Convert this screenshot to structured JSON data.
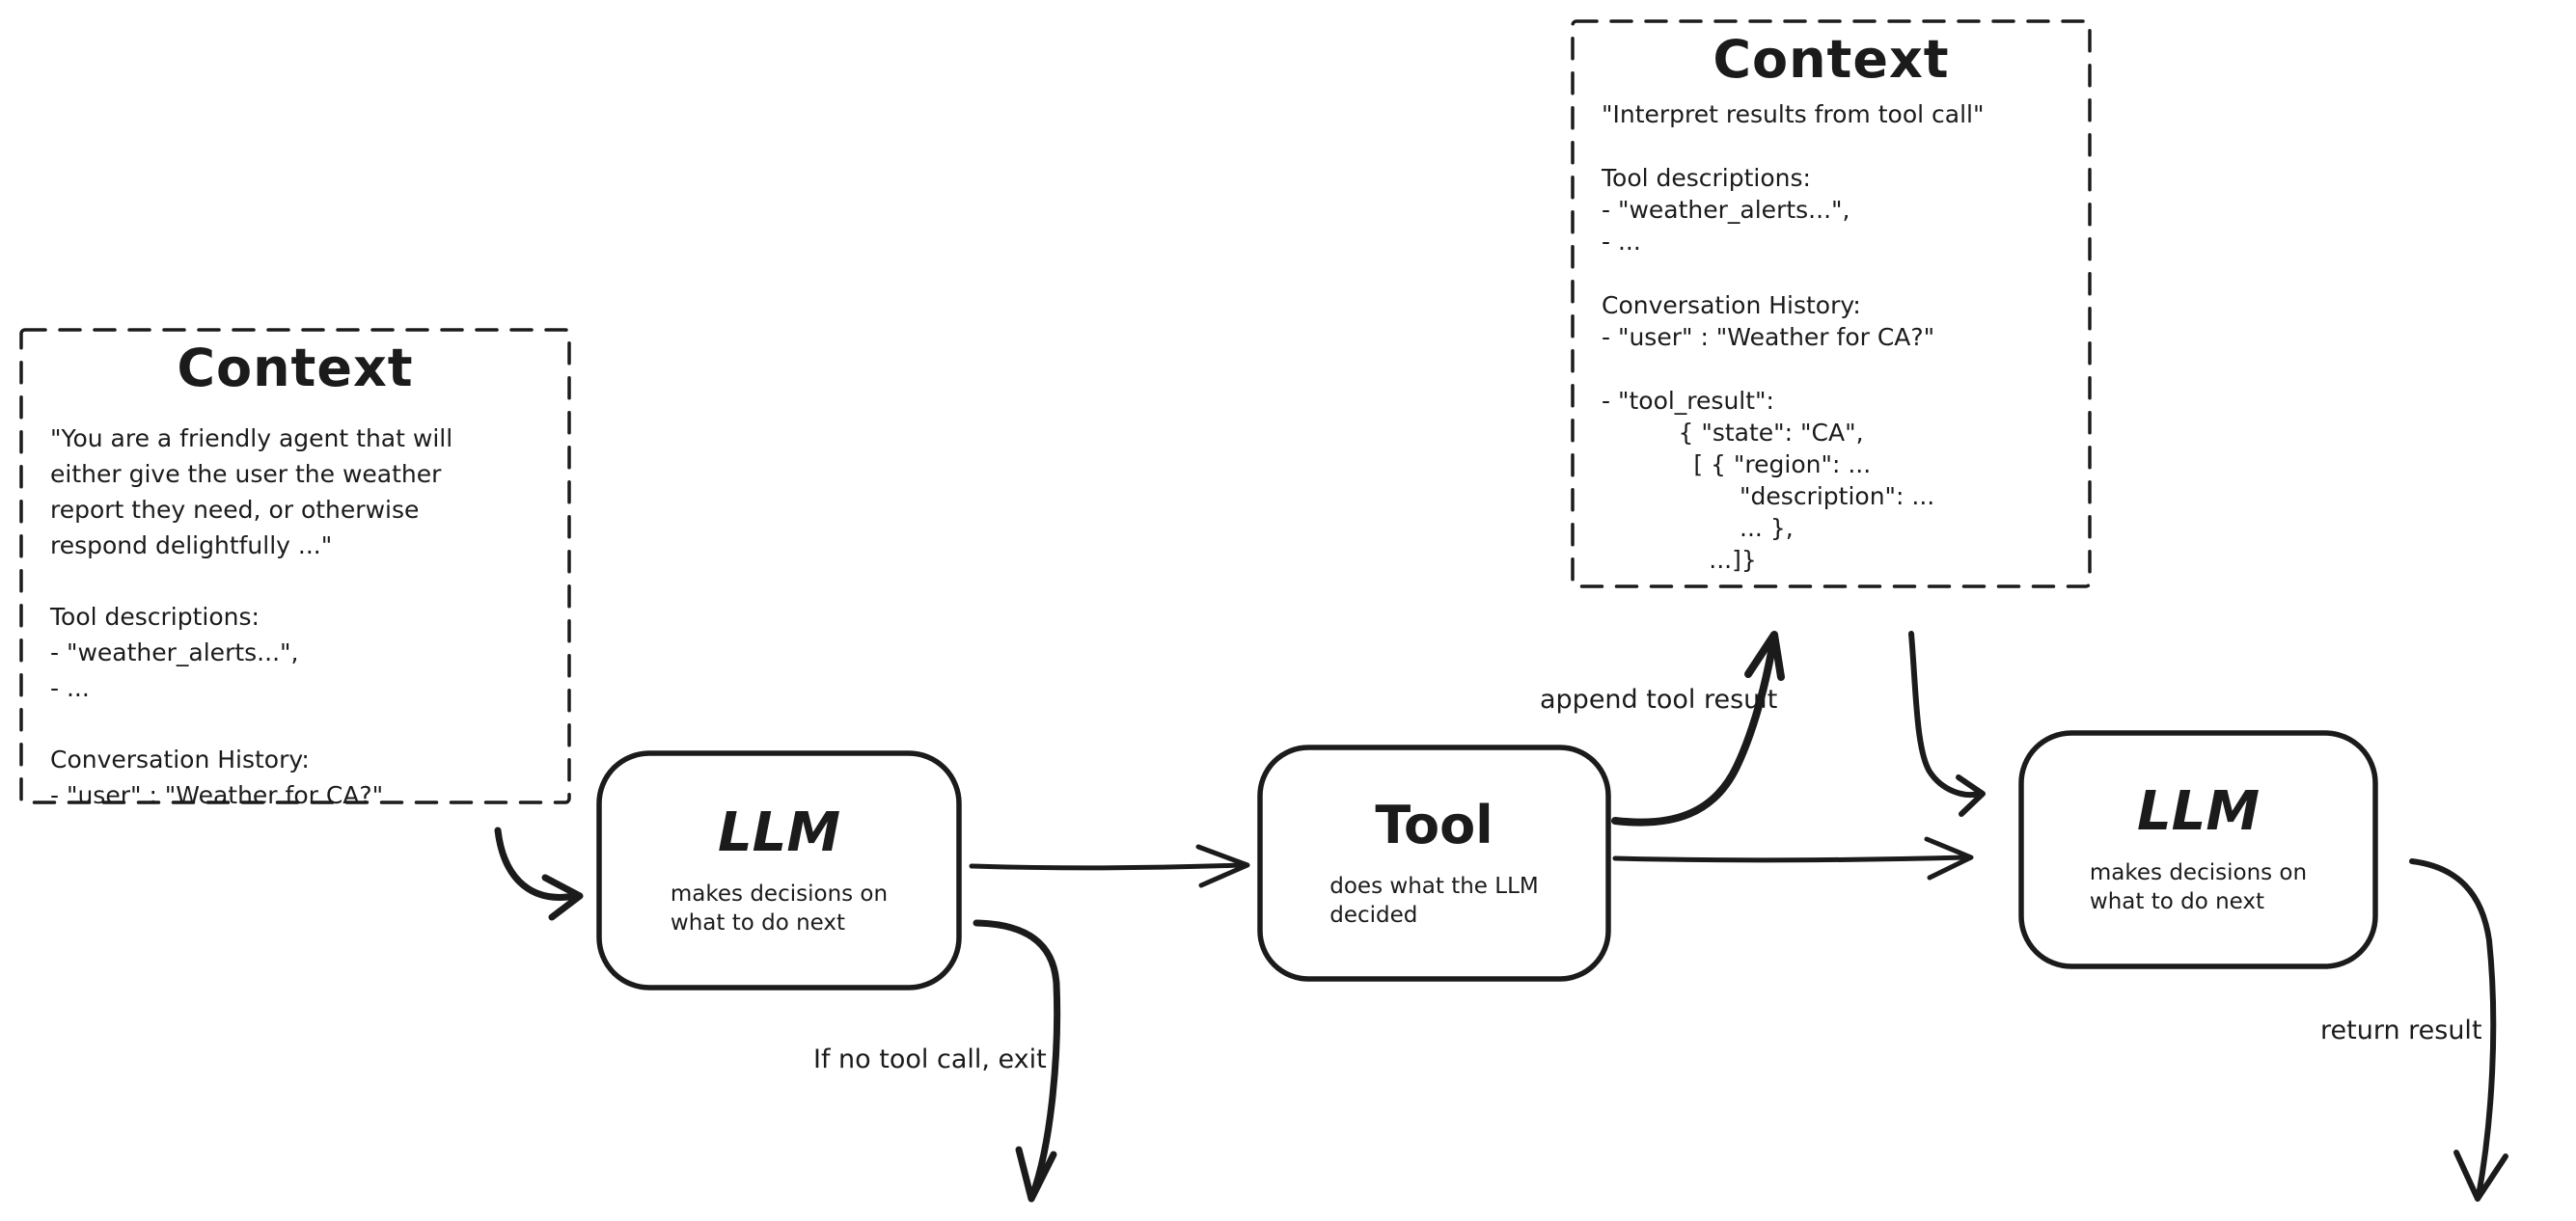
{
  "diagram": {
    "colors": {
      "stroke": "#1b1b1b",
      "background": "#ffffff"
    },
    "context_boxes": [
      {
        "id": "context-left",
        "title": "Context",
        "body_lines": [
          "\"You are a friendly agent that will",
          "either give the user the weather",
          "report they need, or otherwise",
          "respond delightfully ...\"",
          "",
          "Tool descriptions:",
          "- \"weather_alerts...\",",
          "- ...",
          "",
          "Conversation History:",
          "- \"user\" : \"Weather for CA?\""
        ]
      },
      {
        "id": "context-right",
        "title": "Context",
        "body_lines": [
          "\"Interpret results from tool call\"",
          "",
          "Tool descriptions:",
          "- \"weather_alerts...\",",
          "- ...",
          "",
          "Conversation History:",
          "- \"user\" : \"Weather for CA?\"",
          "",
          "- \"tool_result\":",
          "          { \"state\": \"CA\",",
          "            [ { \"region\": ...",
          "                  \"description\": ...",
          "                  ... },",
          "              ...]}"
        ]
      }
    ],
    "nodes": [
      {
        "id": "llm-1",
        "title": "LLM",
        "subtitle_lines": [
          "makes decisions on",
          "what to do next"
        ]
      },
      {
        "id": "tool",
        "title": "Tool",
        "subtitle_lines": [
          "does what the LLM",
          "decided"
        ]
      },
      {
        "id": "llm-2",
        "title": "LLM",
        "subtitle_lines": [
          "makes decisions on",
          "what to do next"
        ]
      }
    ],
    "edge_labels": [
      {
        "id": "append-tool-result",
        "text": "append tool result"
      },
      {
        "id": "if-no-tool-call-exit",
        "text": "If no tool call, exit"
      },
      {
        "id": "return-result",
        "text": "return result"
      }
    ]
  }
}
